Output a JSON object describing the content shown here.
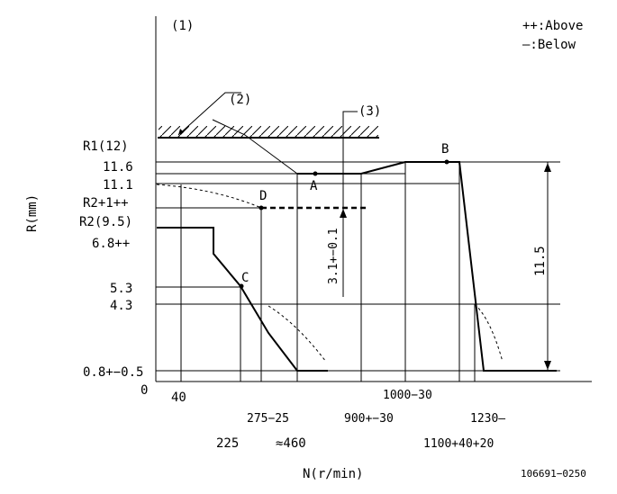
{
  "legend": {
    "above": "++:Above",
    "below": "—:Below"
  },
  "axis": {
    "y_label": "R(mm)",
    "x_label": "N(r/min)",
    "origin": "0"
  },
  "callouts": {
    "c1": "(1)",
    "c2": "(2)",
    "c3": "(3)"
  },
  "y_ticks": {
    "r1": "R1(12)",
    "v116": "11.6",
    "v111": "11.1",
    "r2p": "R2+1++",
    "r2": "R2(9.5)",
    "v68": "6.8++",
    "v53": "5.3",
    "v43": "4.3",
    "v08": "0.8+−0.5"
  },
  "x_ticks": {
    "n40": "40",
    "n225": "225",
    "n275": "275−25",
    "n460": "≈460",
    "n900": "900+−30",
    "n1000": "1000−30",
    "n1100": "1100+40+20",
    "n1230": "1230—"
  },
  "points": {
    "a": "A",
    "b": "B",
    "c": "C",
    "d": "D"
  },
  "dims": {
    "stroke": "3.1+−0.1",
    "height": "11.5"
  },
  "footer": {
    "code": "106691−0250"
  }
}
